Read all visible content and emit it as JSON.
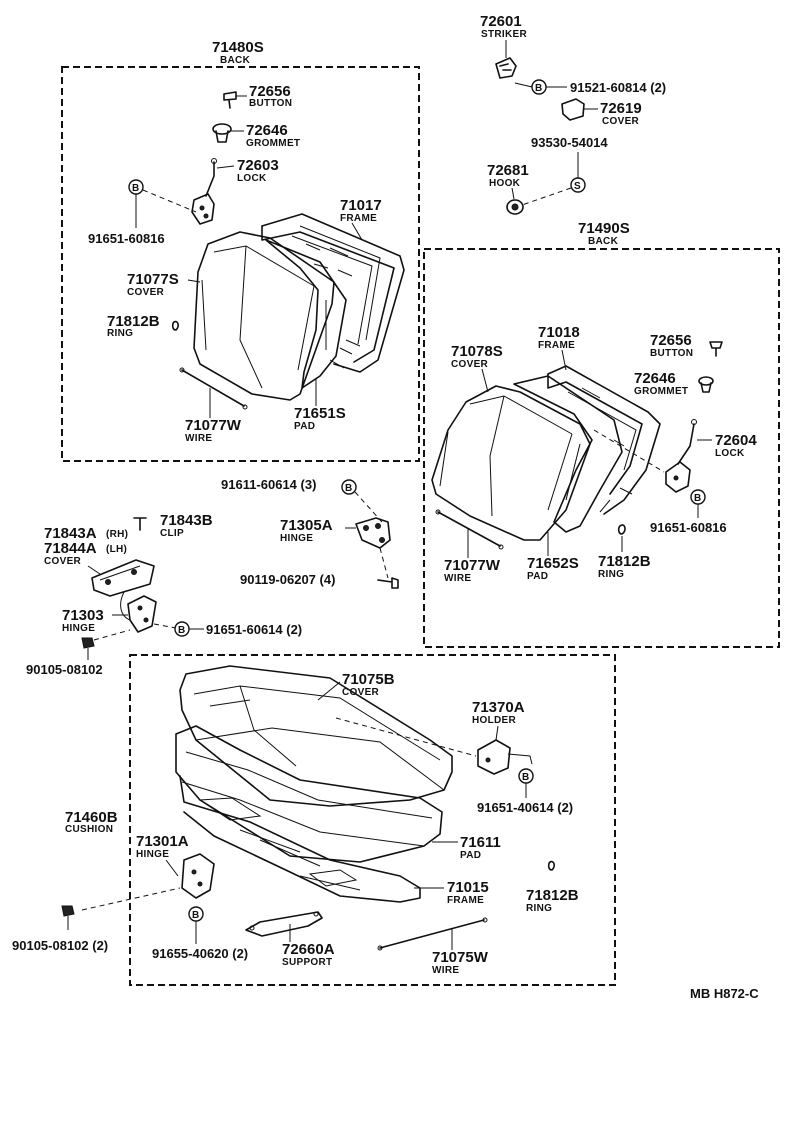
{
  "groups": {
    "back_left": {
      "number": "71480S",
      "label": "BACK"
    },
    "back_right": {
      "number": "71490S",
      "label": "BACK"
    },
    "cushion": {
      "number": "71460B",
      "label": "CUSHION"
    }
  },
  "parts": {
    "p72601": {
      "number": "72601",
      "label": "STRIKER"
    },
    "p72619": {
      "number": "72619",
      "label": "COVER"
    },
    "p72681": {
      "number": "72681",
      "label": "HOOK"
    },
    "p72656a": {
      "number": "72656",
      "label": "BUTTON"
    },
    "p72646a": {
      "number": "72646",
      "label": "GROMMET"
    },
    "p72603": {
      "number": "72603",
      "label": "LOCK"
    },
    "p71017": {
      "number": "71017",
      "label": "FRAME"
    },
    "p71077s": {
      "number": "71077S",
      "label": "COVER"
    },
    "p71812b_a": {
      "number": "71812B",
      "label": "RING"
    },
    "p71077w_a": {
      "number": "71077W",
      "label": "WIRE"
    },
    "p71651s": {
      "number": "71651S",
      "label": "PAD"
    },
    "p71018": {
      "number": "71018",
      "label": "FRAME"
    },
    "p71078s": {
      "number": "71078S",
      "label": "COVER"
    },
    "p72656b": {
      "number": "72656",
      "label": "BUTTON"
    },
    "p72646b": {
      "number": "72646",
      "label": "GROMMET"
    },
    "p72604": {
      "number": "72604",
      "label": "LOCK"
    },
    "p71077w_b": {
      "number": "71077W",
      "label": "WIRE"
    },
    "p71652s": {
      "number": "71652S",
      "label": "PAD"
    },
    "p71812b_b": {
      "number": "71812B",
      "label": "RING"
    },
    "p71843b": {
      "number": "71843B",
      "label": "CLIP"
    },
    "p71843a": {
      "number": "71843A",
      "suffix": "(RH)"
    },
    "p71844a": {
      "number": "71844A",
      "suffix": "(LH)",
      "label": "COVER"
    },
    "p71305a": {
      "number": "71305A",
      "label": "HINGE"
    },
    "p71303": {
      "number": "71303",
      "label": "HINGE"
    },
    "p71075b": {
      "number": "71075B",
      "label": "COVER"
    },
    "p71370a": {
      "number": "71370A",
      "label": "HOLDER"
    },
    "p71301a": {
      "number": "71301A",
      "label": "HINGE"
    },
    "p71611": {
      "number": "71611",
      "label": "PAD"
    },
    "p71015": {
      "number": "71015",
      "label": "FRAME"
    },
    "p71812b_c": {
      "number": "71812B",
      "label": "RING"
    },
    "p72660a": {
      "number": "72660A",
      "label": "SUPPORT"
    },
    "p71075w": {
      "number": "71075W",
      "label": "WIRE"
    }
  },
  "fasteners": {
    "f91521": "91521-60814 (2)",
    "f93530": "93530-54014",
    "f91651_a": "91651-60816",
    "f91651_b": "91651-60816",
    "f91611": "91611-60614 (3)",
    "f90119": "90119-06207 (4)",
    "f91651_c": "91651-60614 (2)",
    "f90105_a": "90105-08102",
    "f91651_d": "91651-40614 (2)",
    "f90105_b": "90105-08102 (2)",
    "f91655": "91655-40620 (2)"
  },
  "symbols": {
    "bolt": "B",
    "screw": "S"
  },
  "drawing_code": "MB H872-C"
}
